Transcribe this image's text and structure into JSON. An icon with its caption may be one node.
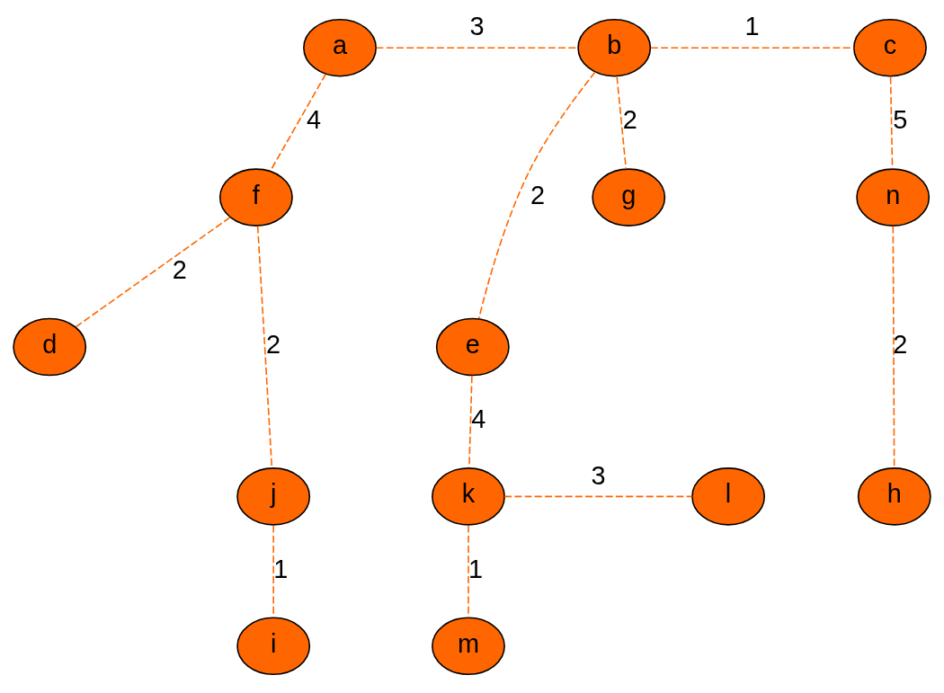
{
  "diagram": {
    "nodes": [
      {
        "text": [
          "a"
        ]
      },
      {
        "text": [
          "b"
        ]
      },
      {
        "text": [
          "c"
        ]
      },
      {
        "text": [
          "d"
        ]
      },
      {
        "text": [
          "e"
        ]
      },
      {
        "text": [
          "f"
        ]
      },
      {
        "text": [
          "g"
        ]
      },
      {
        "text": [
          "n"
        ]
      },
      {
        "text": [
          "i"
        ]
      },
      {
        "text": [
          "j"
        ]
      },
      {
        "text": [
          "k"
        ]
      },
      {
        "text": [
          "l"
        ]
      },
      {
        "text": [
          "h"
        ]
      },
      {
        "text": [
          "m"
        ]
      }
    ],
    "edges": [
      {
        "from": 0,
        "to": 1,
        "arrow": "none",
        "label": "3",
        "style": "dashed"
      },
      {
        "from": 1,
        "to": 2,
        "arrow": "none",
        "label": "1",
        "style": "dashed"
      },
      {
        "from": 0,
        "to": 5,
        "arrow": "none",
        "label": "4",
        "style": "dashed"
      },
      {
        "from": 1,
        "to": 6,
        "arrow": "none",
        "label": "2",
        "style": "dashed"
      },
      {
        "from": 1,
        "to": 4,
        "arrow": "none",
        "label": "2",
        "style": "dashed"
      },
      {
        "from": 2,
        "to": 7,
        "arrow": "none",
        "label": "5",
        "style": "dashed"
      },
      {
        "from": 5,
        "to": 3,
        "arrow": "none",
        "label": "2",
        "style": "dashed"
      },
      {
        "from": 4,
        "to": 10,
        "arrow": "none",
        "label": "4",
        "style": "dashed"
      },
      {
        "from": 5,
        "to": 9,
        "arrow": "none",
        "label": "2",
        "style": "dashed"
      },
      {
        "from": 7,
        "to": 12,
        "arrow": "none",
        "label": "2",
        "style": "dashed"
      },
      {
        "from": 9,
        "to": 8,
        "arrow": "none",
        "label": "1",
        "style": "dashed"
      },
      {
        "from": 10,
        "to": 11,
        "arrow": "none",
        "label": "3",
        "style": "dashed"
      },
      {
        "from": 10,
        "to": 13,
        "arrow": "none",
        "label": "1",
        "style": "dashed"
      }
    ]
  }
}
